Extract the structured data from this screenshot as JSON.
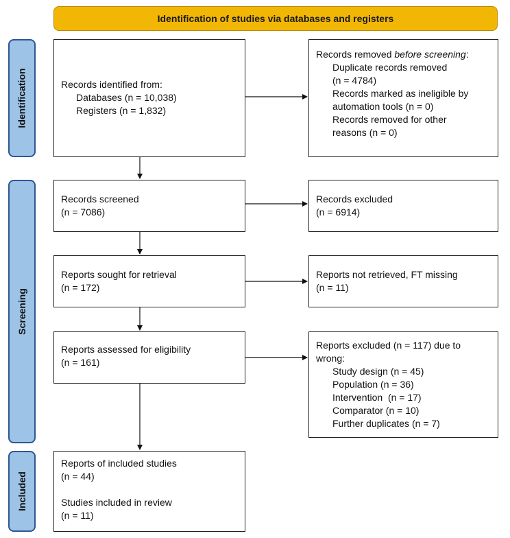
{
  "header": {
    "title": "Identification of studies via databases and registers"
  },
  "phases": {
    "identification": "Identification",
    "screening": "Screening",
    "included": "Included"
  },
  "boxes": {
    "identified": {
      "line1": "Records identified from:",
      "line2": "Databases (n = 10,038)",
      "line3": "Registers (n = 1,832)"
    },
    "removed": {
      "title_prefix": "Records removed ",
      "title_em": "before screening",
      "title_suffix": ":",
      "l1": "Duplicate records removed",
      "l2": "(n = 4784)",
      "l3": "Records marked as ineligible by",
      "l4": "automation tools (n = 0)",
      "l5": "Records removed for other",
      "l6": "reasons (n = 0)"
    },
    "screened": {
      "line1": "Records screened",
      "line2": "(n = 7086)"
    },
    "excluded": {
      "line1": "Records excluded",
      "line2": "(n = 6914)"
    },
    "sought": {
      "line1": "Reports sought for retrieval",
      "line2": "(n = 172)"
    },
    "not_retrieved": {
      "line1": "Reports not retrieved, FT missing",
      "line2": "(n = 11)"
    },
    "assessed": {
      "line1": "Reports assessed for eligibility",
      "line2": "(n = 161)"
    },
    "reports_excluded": {
      "line1": "Reports excluded (n = 117) due to",
      "line2": "wrong:",
      "l3": "Study design (n = 45)",
      "l4": "Population (n = 36)",
      "l5": "Intervention  (n = 17)",
      "l6": "Comparator (n = 10)",
      "l7": "Further duplicates (n = 7)"
    },
    "included": {
      "line1": "Reports of included studies",
      "line2": "(n = 44)",
      "line3": "Studies included in review",
      "line4": "(n = 11)"
    }
  },
  "colors": {
    "header_fill": "#f2b705",
    "phase_fill": "#9dc3e6",
    "phase_border": "#2f5597"
  }
}
